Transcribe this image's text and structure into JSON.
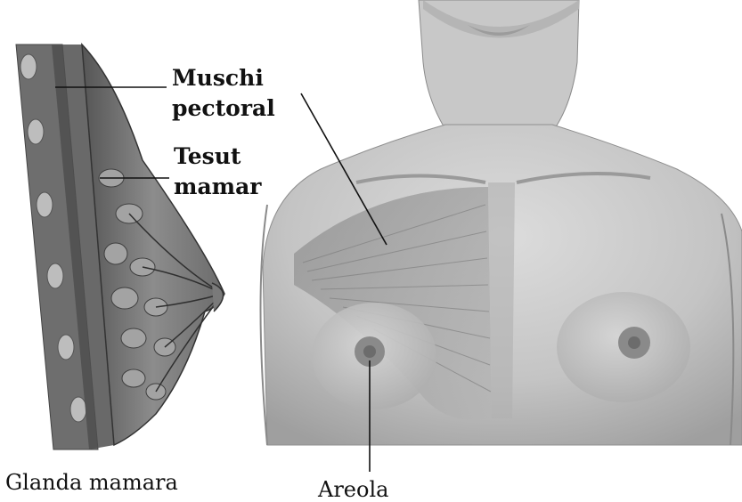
{
  "labels": {
    "muschi_pectoral": [
      "Muschi",
      "pectoral"
    ],
    "tesut_mamar": [
      "Tesut",
      "mamar"
    ],
    "glanda_mamara": "Glanda mamara",
    "areola": "Areola"
  },
  "colors": {
    "background": "#ffffff",
    "skin": "#c9c9c9",
    "skin_shadow": "#a8a8a8",
    "muscle": "#9a9a9a",
    "tissue": "#7d7d7d",
    "leader_line": "#111111"
  }
}
